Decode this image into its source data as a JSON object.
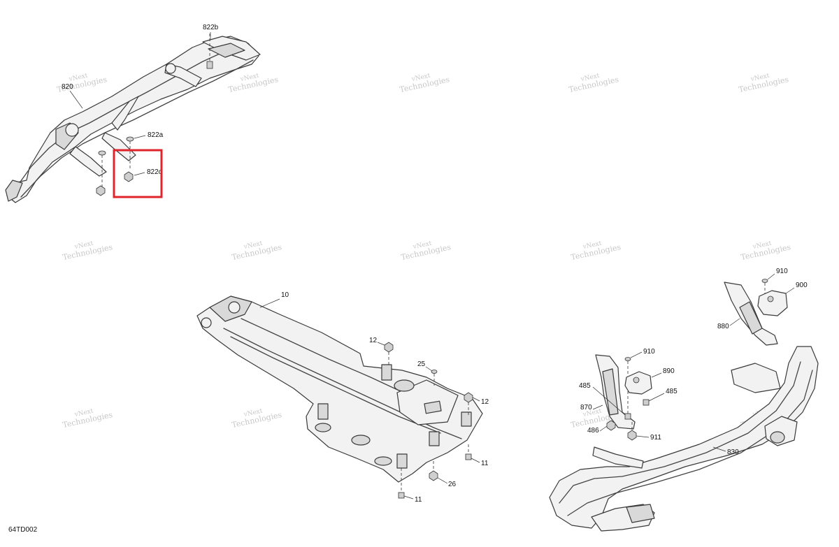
{
  "diagram_id": "64TD002",
  "watermark": {
    "line1": "vNext",
    "line2": "Technologies"
  },
  "callouts": {
    "c820": "820",
    "c822a": "822a",
    "c822b": "822b",
    "c822c": "822c",
    "c10": "10",
    "c11a": "11",
    "c11b": "11",
    "c12a": "12",
    "c12b": "12",
    "c25": "25",
    "c26": "26",
    "c830": "830",
    "c870": "870",
    "c880": "880",
    "c890": "890",
    "c900": "900",
    "c910a": "910",
    "c910b": "910",
    "c911": "911",
    "c485a": "485",
    "c485b": "485",
    "c486": "486"
  },
  "highlight_color": "#e0242b"
}
